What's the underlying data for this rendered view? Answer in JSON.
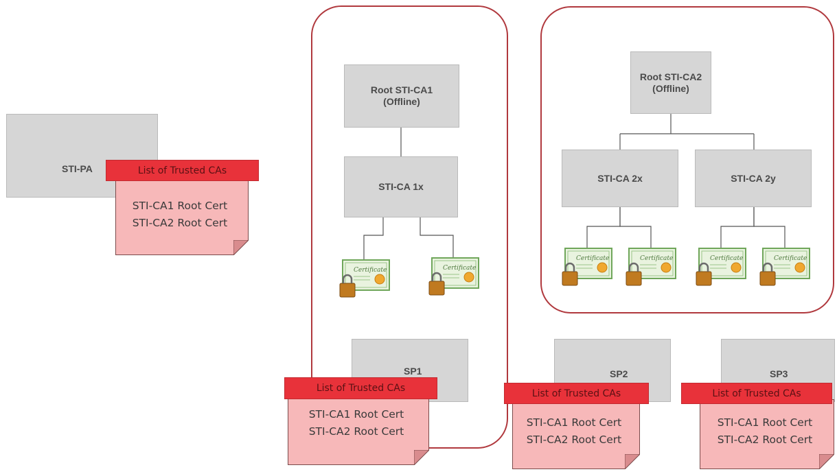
{
  "sti_pa": {
    "label": "STI-PA"
  },
  "ca1": {
    "root": "Root STI-CA1\n(Offline)",
    "intermediate": "STI-CA 1x"
  },
  "ca2": {
    "root": "Root STI-CA2\n(Offline)",
    "intermediate_x": "STI-CA 2x",
    "intermediate_y": "STI-CA 2y"
  },
  "service_providers": {
    "sp1": "SP1",
    "sp2": "SP2",
    "sp3": "SP3"
  },
  "trusted_list": {
    "header": "List of Trusted CAs",
    "entries": "STI-CA1 Root Cert\nSTI-CA2 Root Cert"
  },
  "colors": {
    "box_fill": "#d6d6d6",
    "group_border": "#b0383d",
    "note_header": "#e8323a",
    "note_body": "#f7b8b9"
  },
  "icons": [
    "certificate-icon"
  ]
}
